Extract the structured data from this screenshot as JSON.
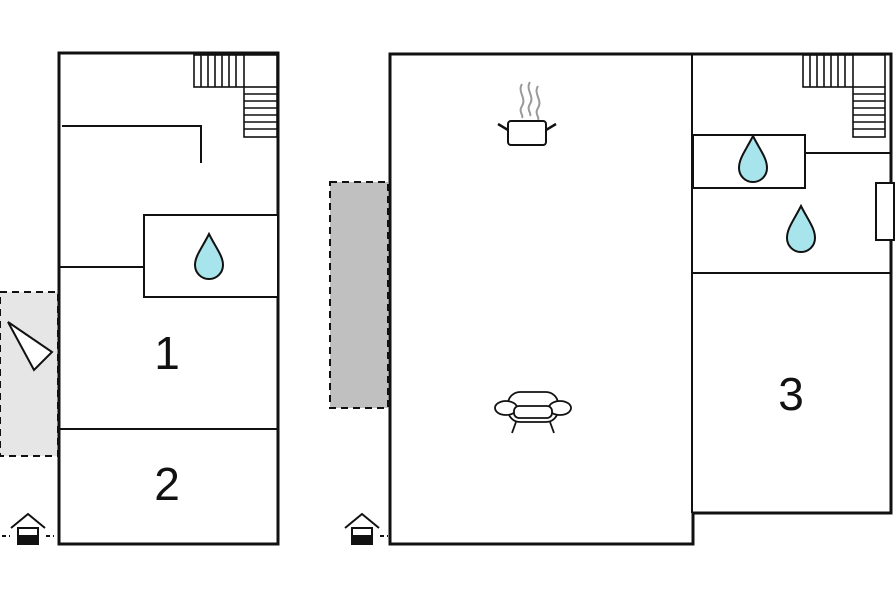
{
  "rooms": [
    {
      "id": "room-1",
      "label": "1"
    },
    {
      "id": "room-2",
      "label": "2"
    },
    {
      "id": "room-3",
      "label": "3"
    }
  ],
  "icons": [
    "staircase-icon",
    "water-drop-icon",
    "cooking-pot-icon",
    "sofa-icon",
    "entrance-icon"
  ],
  "colors": {
    "wall": "#111111",
    "water": "#a8e4ec",
    "terrace_gray": "#c0c0c0",
    "terrace_light": "#e6e6e6",
    "steam": "#9a9a9a"
  }
}
